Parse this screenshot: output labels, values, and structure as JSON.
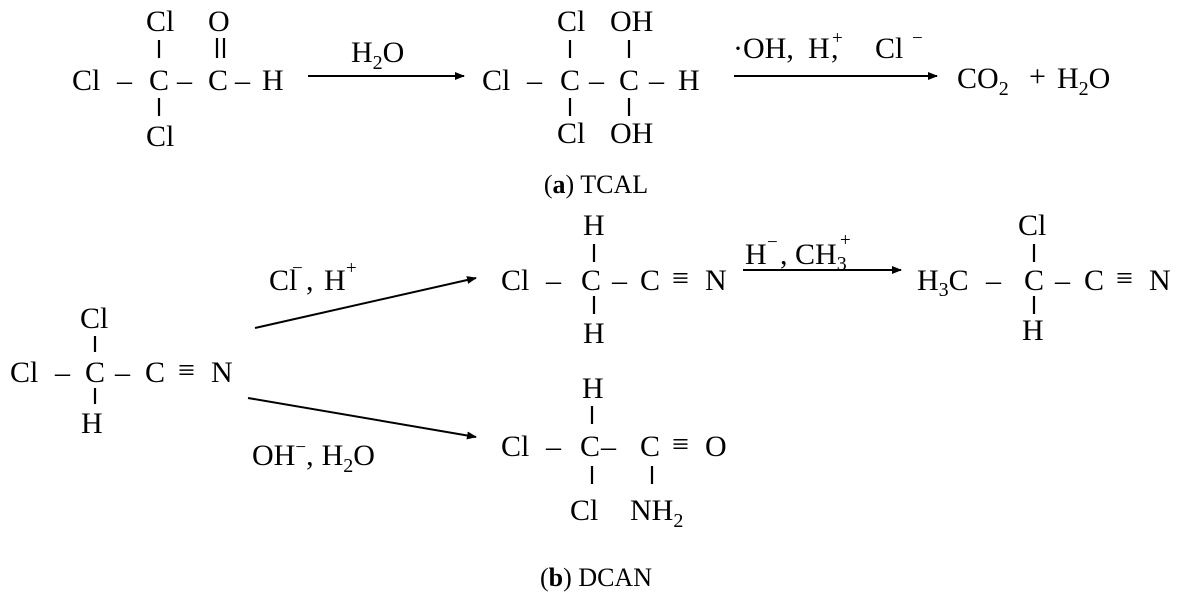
{
  "panel_a": {
    "caption_letter": "a",
    "caption_text": "TCAL",
    "reactant": {
      "cl_top": "Cl",
      "cl_left": "Cl",
      "cl_bottom": "Cl",
      "c1": "C",
      "c2": "C",
      "o": "O",
      "h": "H",
      "dash": "–"
    },
    "arrow1": {
      "h": "H",
      "sub2": "2",
      "o": "O"
    },
    "intermediate": {
      "cl_top": "Cl",
      "oh_top": "OH",
      "cl_left": "Cl",
      "c1": "C",
      "c2": "C",
      "h": "H",
      "cl_bottom": "Cl",
      "oh_bottom": "OH",
      "dash": "–"
    },
    "arrow2": {
      "oh_radical": "·OH,",
      "h": "H",
      "h_charge": "+",
      "comma": ",",
      "cl": "Cl",
      "cl_charge": "−"
    },
    "products": {
      "co": "CO",
      "co_sub": "2",
      "plus": "+",
      "h": "H",
      "h_sub": "2",
      "o": "O"
    }
  },
  "panel_b": {
    "caption_letter": "b",
    "caption_text": "DCAN",
    "reactant": {
      "cl_top": "Cl",
      "cl_left": "Cl",
      "c1": "C",
      "c2": "C",
      "triple": "≡",
      "n": "N",
      "h_bottom": "H",
      "dash": "–"
    },
    "upper_arrow": {
      "cl": "Cl",
      "cl_charge": "−",
      "comma": ",",
      "h": "H",
      "h_charge": "+"
    },
    "upper_product": {
      "h_top": "H",
      "cl": "Cl",
      "c1": "C",
      "c2": "C",
      "triple": "≡",
      "n": "N",
      "h_bottom": "H",
      "dash": "–"
    },
    "methyl_arrow": {
      "h": "H",
      "h_charge": "−",
      "comma": ",",
      "ch": "CH",
      "ch_sub": "3",
      "ch_charge": "+"
    },
    "final_product": {
      "cl_top": "Cl",
      "h": "H",
      "h_sub": "3",
      "c": "C",
      "c1": "C",
      "c2": "C",
      "triple": "≡",
      "n": "N",
      "h_bottom": "H",
      "dash": "–"
    },
    "lower_arrow": {
      "oh": "OH",
      "oh_charge": "−",
      "comma": ",",
      "h": "H",
      "h_sub": "2",
      "o": "O"
    },
    "lower_product": {
      "h_top": "H",
      "cl": "Cl",
      "c1": "C",
      "c2": "C",
      "triple": "≡",
      "o": "O",
      "cl_bottom": "Cl",
      "nh": "NH",
      "nh_sub": "2",
      "dash": "–"
    }
  }
}
